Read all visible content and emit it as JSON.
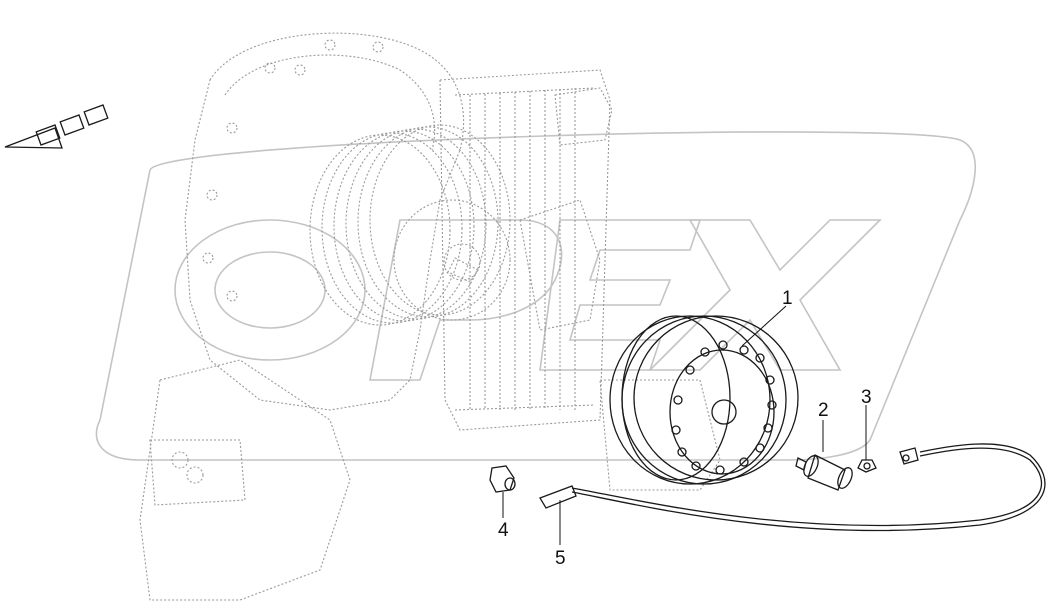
{
  "diagram": {
    "callouts": [
      {
        "id": "1",
        "label": "1"
      },
      {
        "id": "2",
        "label": "2"
      },
      {
        "id": "3",
        "label": "3"
      },
      {
        "id": "4",
        "label": "4"
      },
      {
        "id": "5",
        "label": "5"
      }
    ],
    "direction_indicator": {
      "icon": "direction-arrow-icon"
    },
    "watermark": {
      "text": "OPEX"
    }
  }
}
